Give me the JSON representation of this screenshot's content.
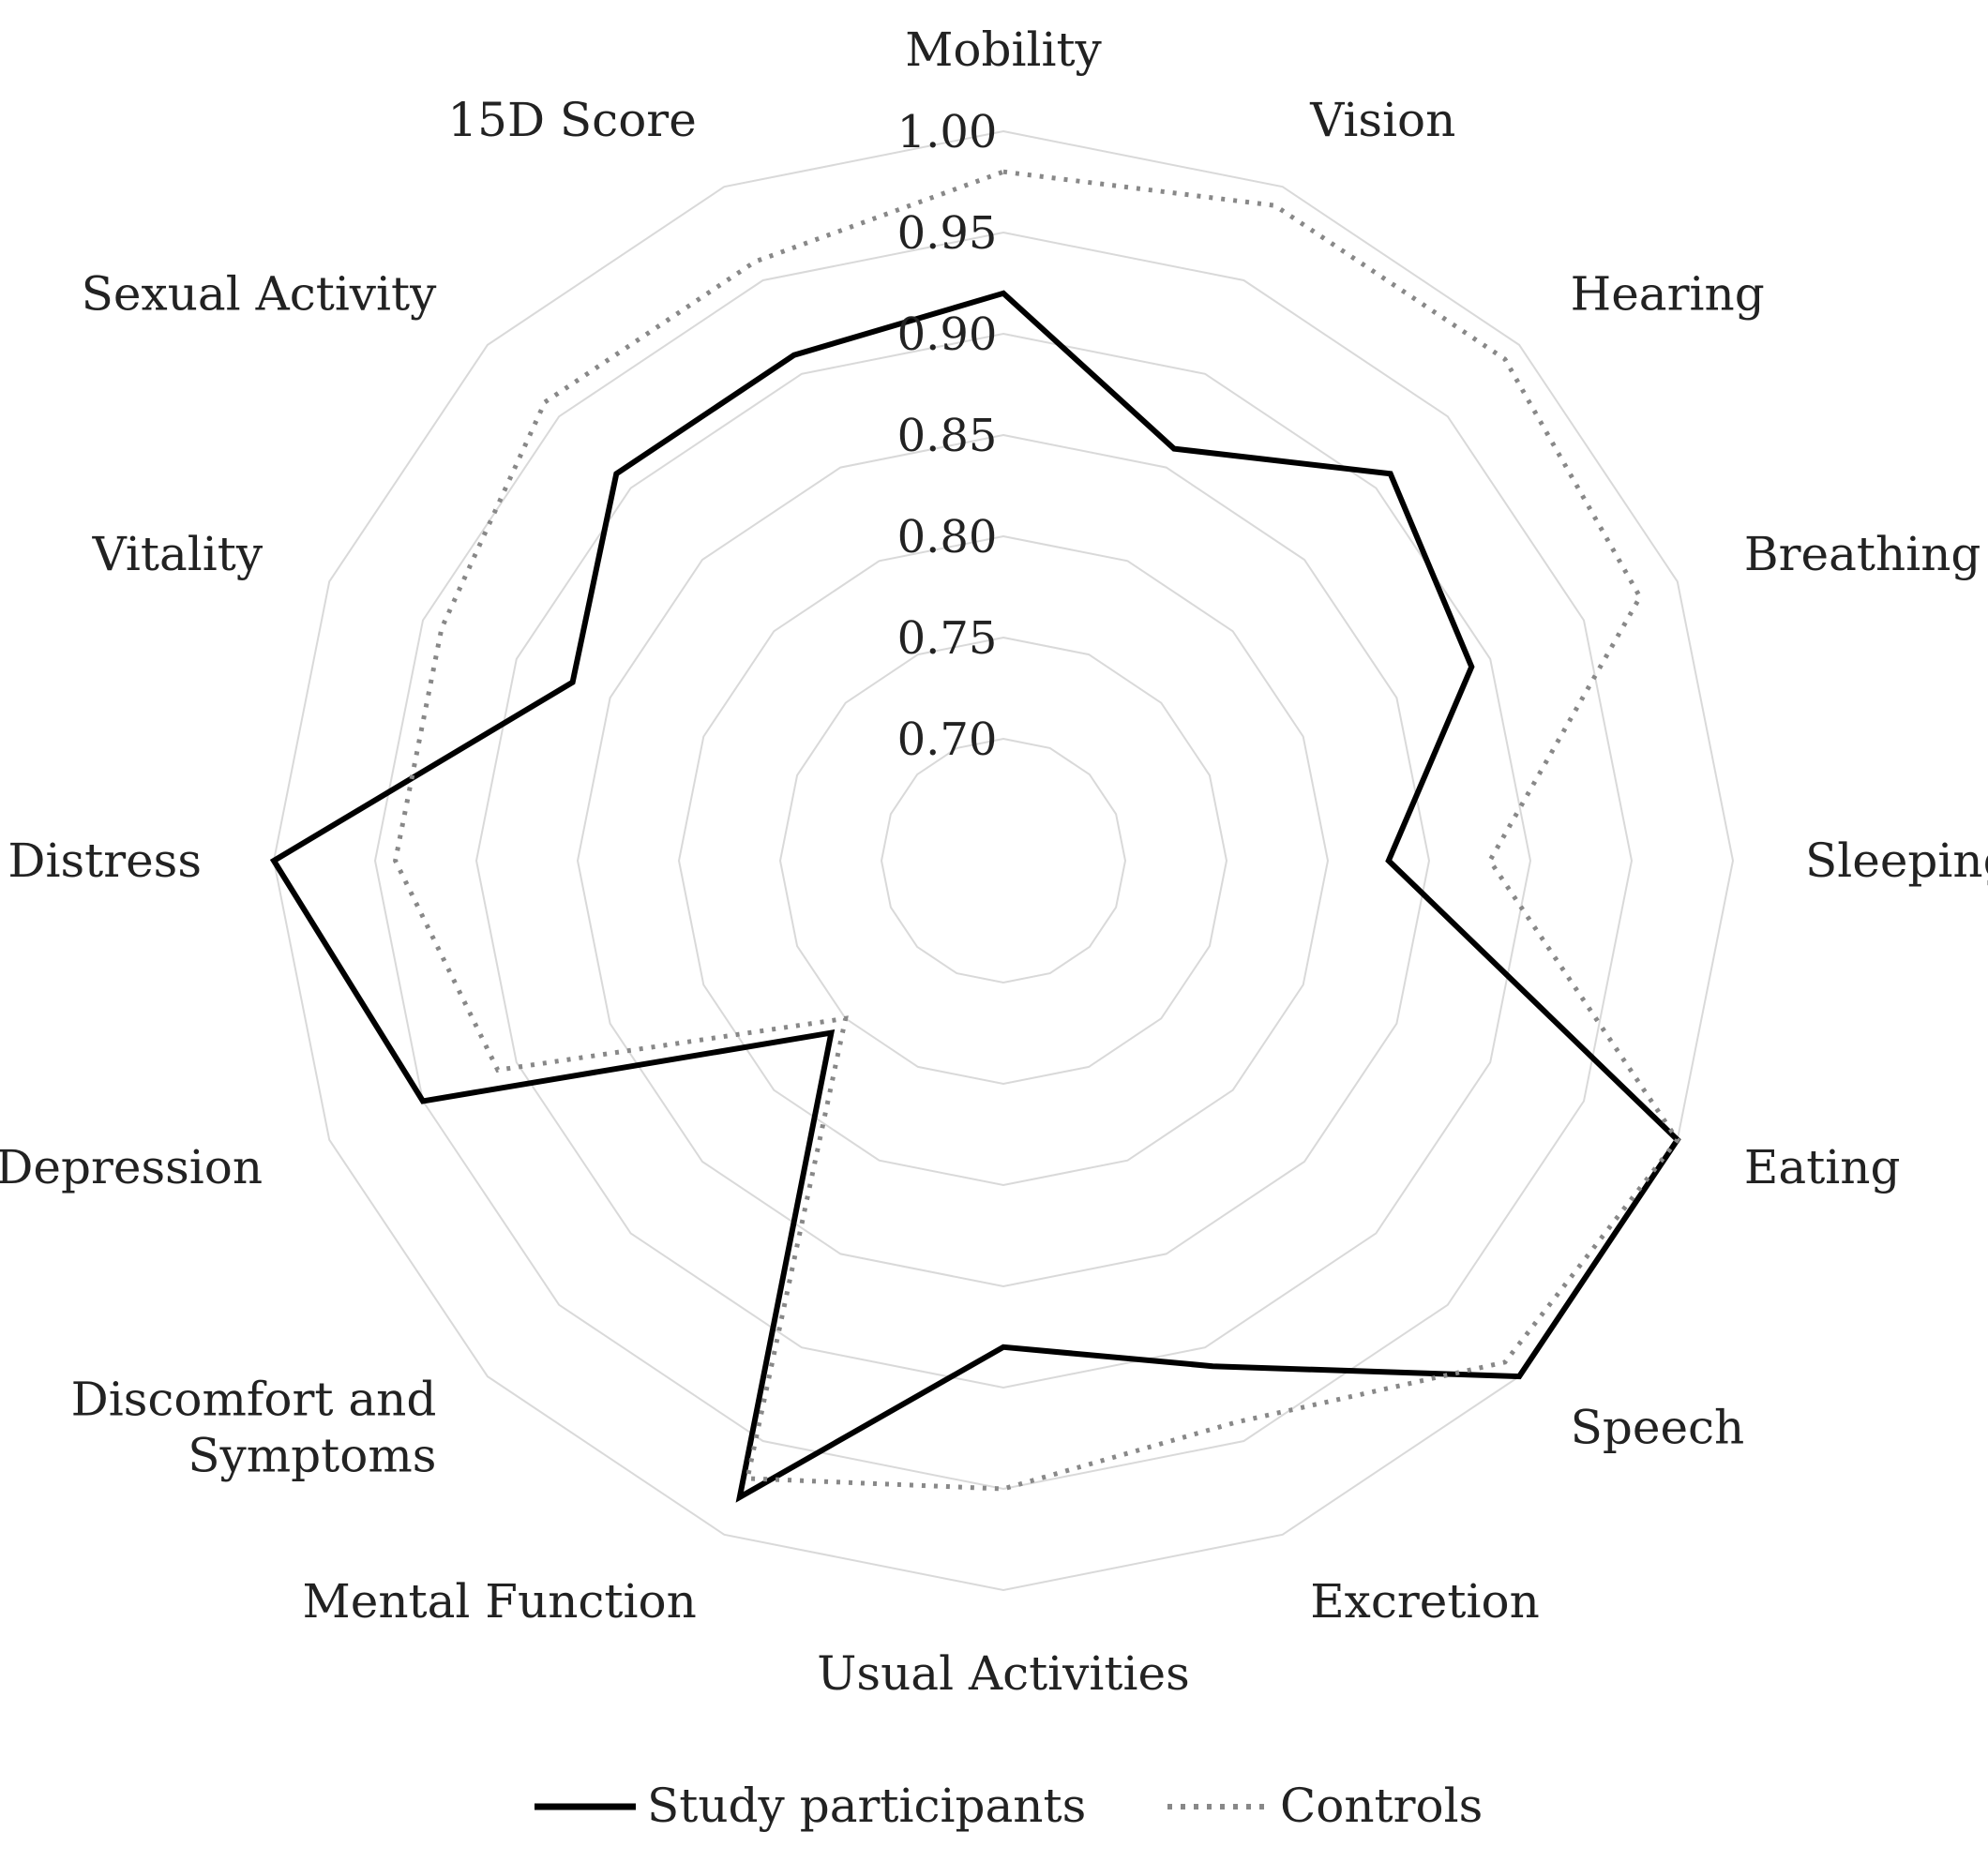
{
  "chart_data": {
    "type": "radar",
    "axes": [
      "Mobility",
      "Vision",
      "Hearing",
      "Breathing",
      "Sleeping",
      "Eating",
      "Speech",
      "Excretion",
      "Usual Activities",
      "Mental Function",
      "Discomfort and Symptoms",
      "Depression",
      "Distress",
      "Vitality",
      "Sexual Activity",
      "15D Score"
    ],
    "rlim": [
      0.7,
      1.0
    ],
    "ticks": [
      "0.70",
      "0.75",
      "0.80",
      "0.85",
      "0.90",
      "0.95",
      "1.00"
    ],
    "tick_values": [
      0.7,
      0.75,
      0.8,
      0.85,
      0.9,
      0.95,
      1.0
    ],
    "grid": true,
    "legend_position": "bottom",
    "series": [
      {
        "name": "Study participants",
        "style": "solid",
        "color": "#000000",
        "values": [
          0.92,
          0.86,
          0.91,
          0.89,
          0.83,
          1.0,
          1.0,
          0.91,
          0.88,
          0.98,
          0.76,
          0.95,
          1.0,
          0.87,
          0.91,
          0.91
        ]
      },
      {
        "name": "Controls",
        "style": "dotted",
        "color": "#888888",
        "values": [
          0.98,
          0.99,
          0.99,
          0.98,
          0.88,
          1.0,
          0.99,
          0.94,
          0.95,
          0.97,
          0.75,
          0.91,
          0.94,
          0.94,
          0.96,
          0.96
        ]
      }
    ]
  }
}
